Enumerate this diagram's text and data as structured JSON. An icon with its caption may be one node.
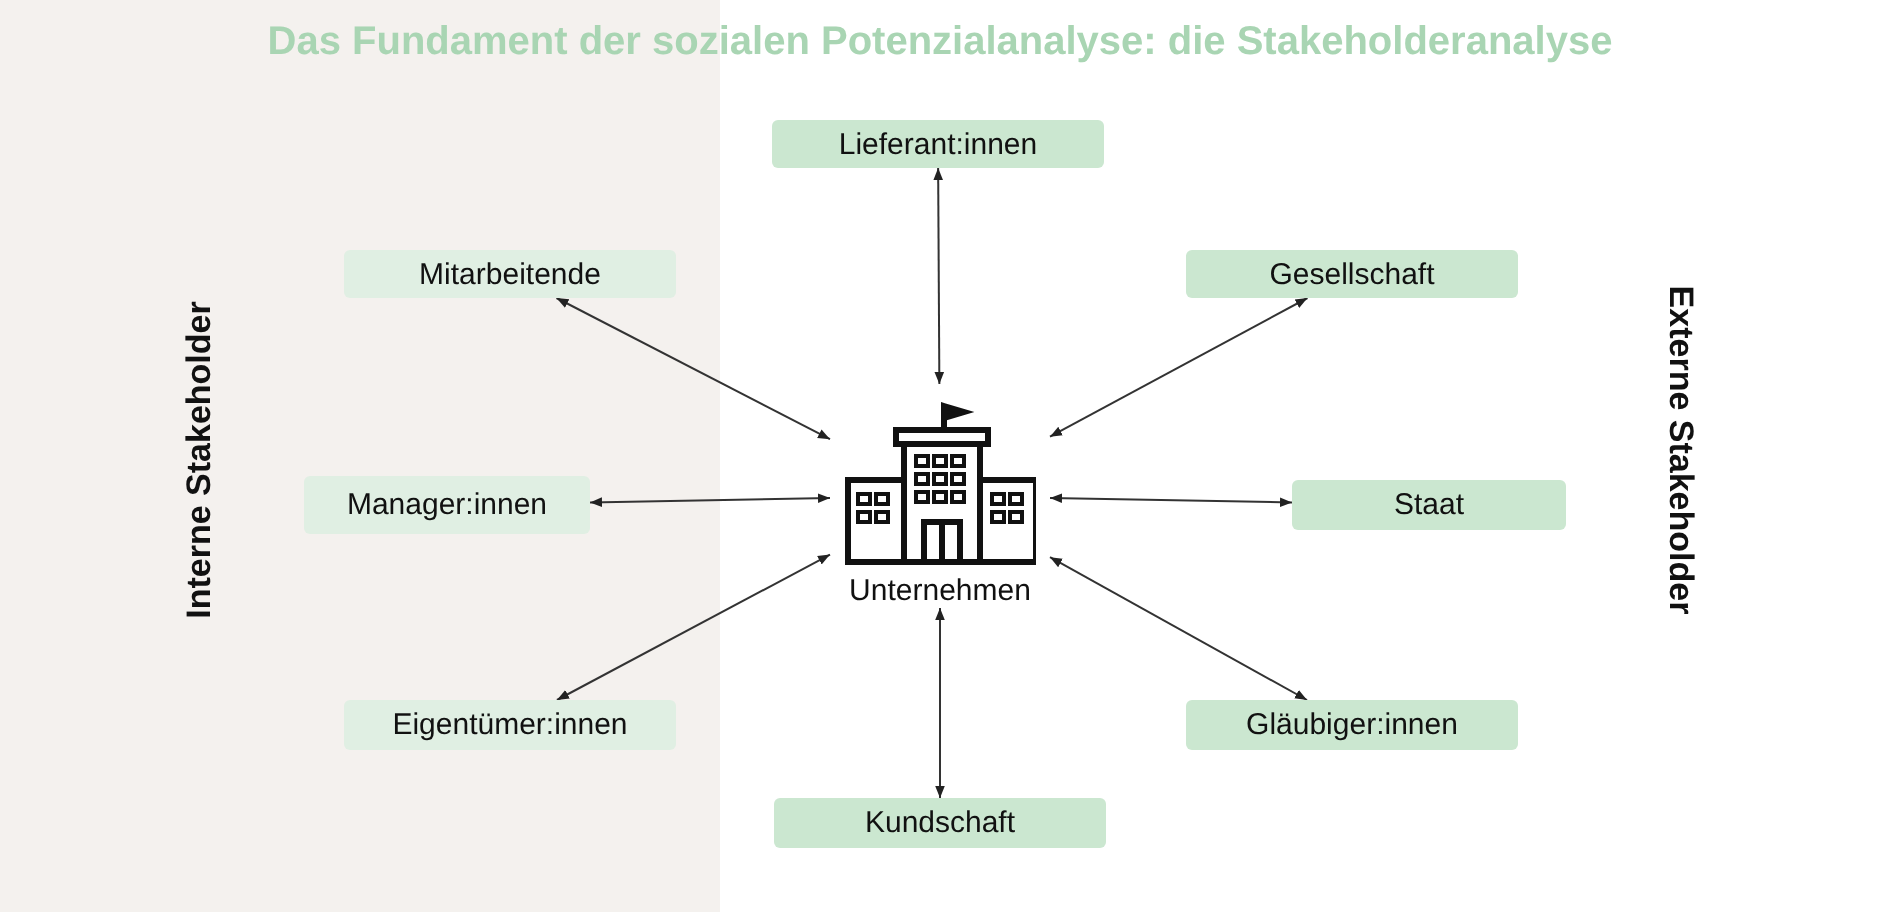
{
  "diagram": {
    "title": "Das Fundament der sozialen Potenzialanalyse: die Stakeholderanalyse",
    "nodes": [
      {
        "text": [
          "Interne Stakeholder"
        ]
      },
      {
        "text": [
          "Mitarbeitende"
        ],
        "in": 0
      },
      {
        "text": [
          "Manager:innen"
        ],
        "in": 0
      },
      {
        "text": [
          "Eigentümer:innen"
        ],
        "in": 0
      },
      {
        "text": [
          "Lieferant:innen"
        ]
      },
      {
        "text": [
          "Gesellschaft"
        ]
      },
      {
        "text": [
          "Unternehmen"
        ]
      },
      {
        "text": [
          "Staat"
        ]
      },
      {
        "text": [
          "Gläubiger:innen"
        ]
      },
      {
        "text": [
          "Kundschaft"
        ]
      }
    ],
    "edges": [
      {
        "from": 6,
        "to": 1,
        "arrow": "both"
      },
      {
        "from": 6,
        "to": 2,
        "arrow": "both"
      },
      {
        "from": 6,
        "to": 3,
        "arrow": "both"
      },
      {
        "from": 6,
        "to": 4,
        "arrow": "both"
      },
      {
        "from": 6,
        "to": 5,
        "arrow": "both"
      },
      {
        "from": 6,
        "to": 7,
        "arrow": "both"
      },
      {
        "from": 6,
        "to": 8,
        "arrow": "both"
      },
      {
        "from": 6,
        "to": 9,
        "arrow": "both"
      }
    ],
    "labels": [
      "Externe Stakeholder"
    ]
  }
}
